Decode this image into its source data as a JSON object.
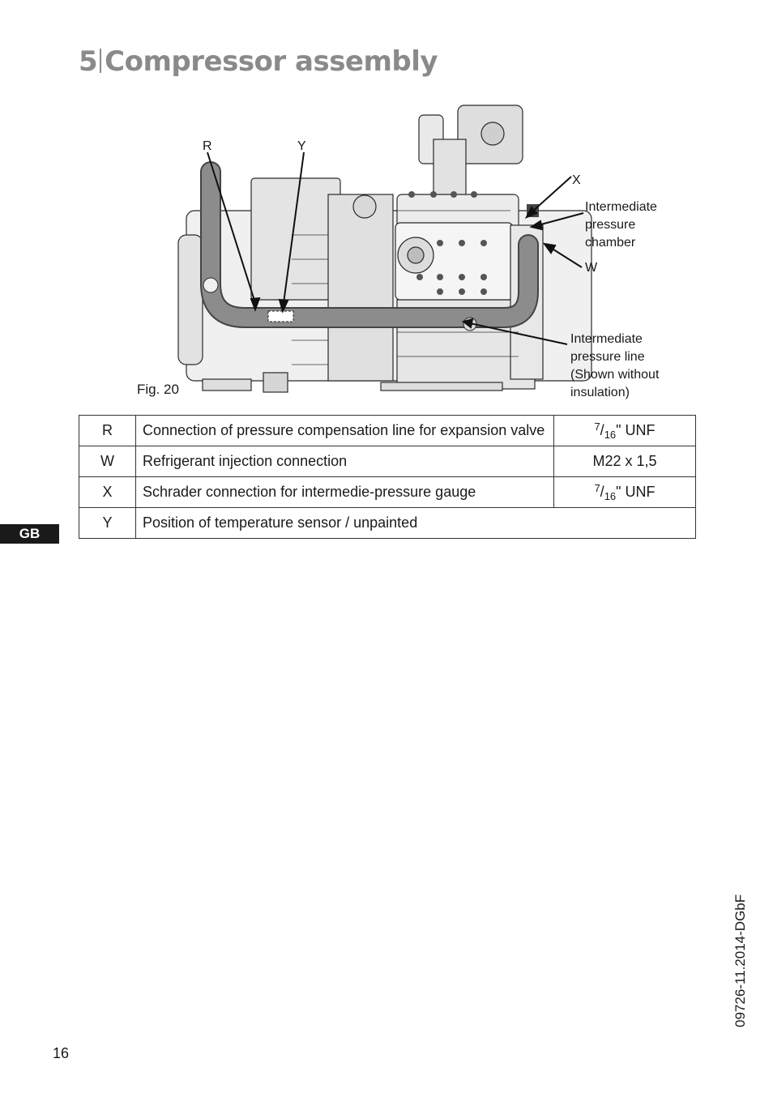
{
  "header": {
    "number": "5",
    "title": "Compressor assembly"
  },
  "figure": {
    "caption": "Fig. 20",
    "labels": {
      "R": "R",
      "Y": "Y",
      "X": "X",
      "W": "W",
      "chamber_line1": "Intermediate",
      "chamber_line2": "pressure",
      "chamber_line3": "chamber",
      "line_line1": "Intermediate",
      "line_line2": "pressure line",
      "line_line3": "(Shown without",
      "line_line4": "insulation)"
    }
  },
  "legend_table": {
    "rows": [
      {
        "key": "R",
        "description": "Connection of pressure compensation line for expansion valve",
        "value": {
          "num": "7",
          "den": "16",
          "unit": "\" UNF"
        }
      },
      {
        "key": "W",
        "description": "Refrigerant injection connection",
        "value_text": "M22 x 1,5"
      },
      {
        "key": "X",
        "description": "Schrader connection for intermedie-pressure gauge",
        "value": {
          "num": "7",
          "den": "16",
          "unit": "\" UNF"
        }
      },
      {
        "key": "Y",
        "description": "Position of temperature sensor / unpainted"
      }
    ]
  },
  "side_tab": "GB",
  "doc_code": "09726-11.2014-DGbF",
  "page_number": "16"
}
